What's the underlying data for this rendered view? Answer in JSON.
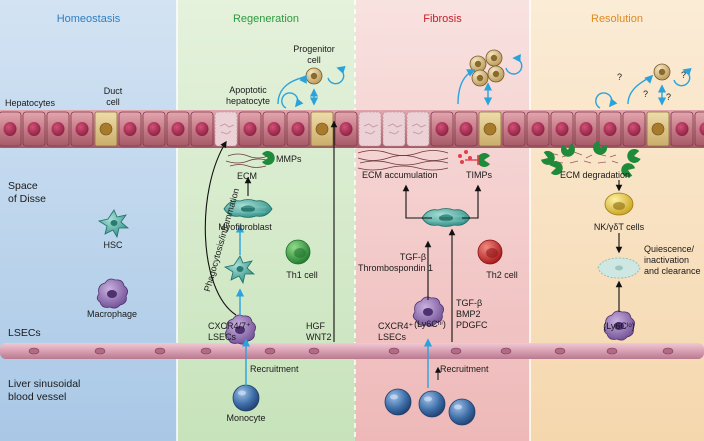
{
  "panels": {
    "homeostasis": {
      "title": "Homeostasis",
      "color": "#2f7fc1"
    },
    "regeneration": {
      "title": "Regeneration",
      "color": "#2e9a3e"
    },
    "fibrosis": {
      "title": "Fibrosis",
      "color": "#c8202a"
    },
    "resolution": {
      "title": "Resolution",
      "color": "#e08a1e"
    }
  },
  "side_labels": {
    "space_of_disse": "Space\nof Disse",
    "lsecs": "LSECs",
    "vessel": "Liver sinusoidal\nblood vessel"
  },
  "homeostasis": {
    "hepatocytes": "Hepatocytes",
    "duct_cell": "Duct\ncell",
    "hsc": "HSC",
    "macrophage": "Macrophage"
  },
  "regeneration": {
    "progenitor": "Progenitor\ncell",
    "apoptotic": "Apoptotic\nhepatocyte",
    "mmps": "MMPs",
    "ecm": "ECM",
    "myofibroblast": "Myofibroblast",
    "th1": "Th1 cell",
    "phago": "Phagocytosis/inflammation",
    "cxcr": "CXCR4/7⁺\nLSECs",
    "hgf": "HGF\nWNT2",
    "recruitment": "Recruitment",
    "monocyte": "Monocyte"
  },
  "fibrosis": {
    "ecm_acc": "ECM accumulation",
    "timps": "TIMPs",
    "tgf1": "TGF-β\nThrombospondin 1",
    "th2": "Th2 cell",
    "ly6c_hi": "(Ly6Cʰⁱ)",
    "tgf2": "TGF-β\nBMP2\nPDGFC",
    "cxcr4": "CXCR4⁺\nLSECs",
    "recruitment": "Recruitment"
  },
  "resolution": {
    "ecm_deg": "ECM degradation",
    "nk": "NK/γδT cells",
    "quiescence": "Quiescence/\ninactivation\nand clearance",
    "ly6c_lo": "(Ly6Cˡᵒ)",
    "q": "?"
  },
  "colors": {
    "hepatocyte": "#c9808c",
    "nucleus": "#a3284a",
    "duct": "#dcc486",
    "hsc": "#4fb3a8",
    "macrophage": "#8a6aa8",
    "monocyte": "#3d6fa8",
    "th1": "#2f9a3c",
    "th2": "#c8262a",
    "mmp": "#1f8a3a",
    "arrow_blue": "#2aa3dc",
    "vessel": "#d8a3b4"
  }
}
